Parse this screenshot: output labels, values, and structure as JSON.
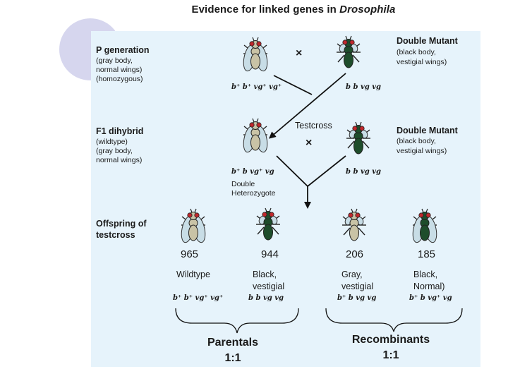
{
  "title_main": "Evidence for linked genes in ",
  "title_species": "Drosophila",
  "p_generation": {
    "heading": "P generation",
    "desc": [
      "(gray body,",
      "normal wings)",
      "(homozygous)"
    ],
    "wildtype_genotype": "b⁺ b⁺ vg⁺ vg⁺",
    "mutant_heading": "Double Mutant",
    "mutant_desc": [
      "(black body,",
      "vestigial wings)"
    ],
    "mutant_genotype": "b b vg vg"
  },
  "cross_symbol": "×",
  "f1": {
    "heading": "F1 dihybrid",
    "desc": [
      "(wildtype)",
      "(gray body,",
      "normal wings)"
    ],
    "testcross_label": "Testcross",
    "dihybrid_genotype": "b⁺ b  vg⁺ vg",
    "dihybrid_note": [
      "Double",
      "Heterozygote"
    ],
    "mutant_heading": "Double Mutant",
    "mutant_desc": [
      "(black body,",
      "vestigial wings)"
    ],
    "mutant_genotype": "b b vg vg"
  },
  "offspring": {
    "heading": [
      "Offspring of",
      "testcross"
    ],
    "classes": [
      {
        "count": "965",
        "phenotype": [
          "Wildtype"
        ],
        "genotype": "b⁺ b⁺ vg⁺ vg⁺"
      },
      {
        "count": "944",
        "phenotype": [
          "Black,",
          "vestigial"
        ],
        "genotype": "b b vg vg"
      },
      {
        "count": "206",
        "phenotype": [
          "Gray,",
          "vestigial"
        ],
        "genotype": "b⁺ b  vg vg"
      },
      {
        "count": "185",
        "phenotype": [
          "Black,",
          "Normal)"
        ],
        "genotype": "b⁺ b vg⁺  vg"
      }
    ]
  },
  "groups": {
    "parentals": [
      "Parentals",
      "1:1"
    ],
    "recombinants": [
      "Recombinants",
      "1:1"
    ]
  },
  "colors": {
    "panel": "#e6f3fb",
    "decor_circle": "#d6d6ee",
    "wildtype_body": "#c9c3a6",
    "mutant_body": "#1e4d2b",
    "wing": "#c8dde6",
    "eye": "#c0282c"
  }
}
